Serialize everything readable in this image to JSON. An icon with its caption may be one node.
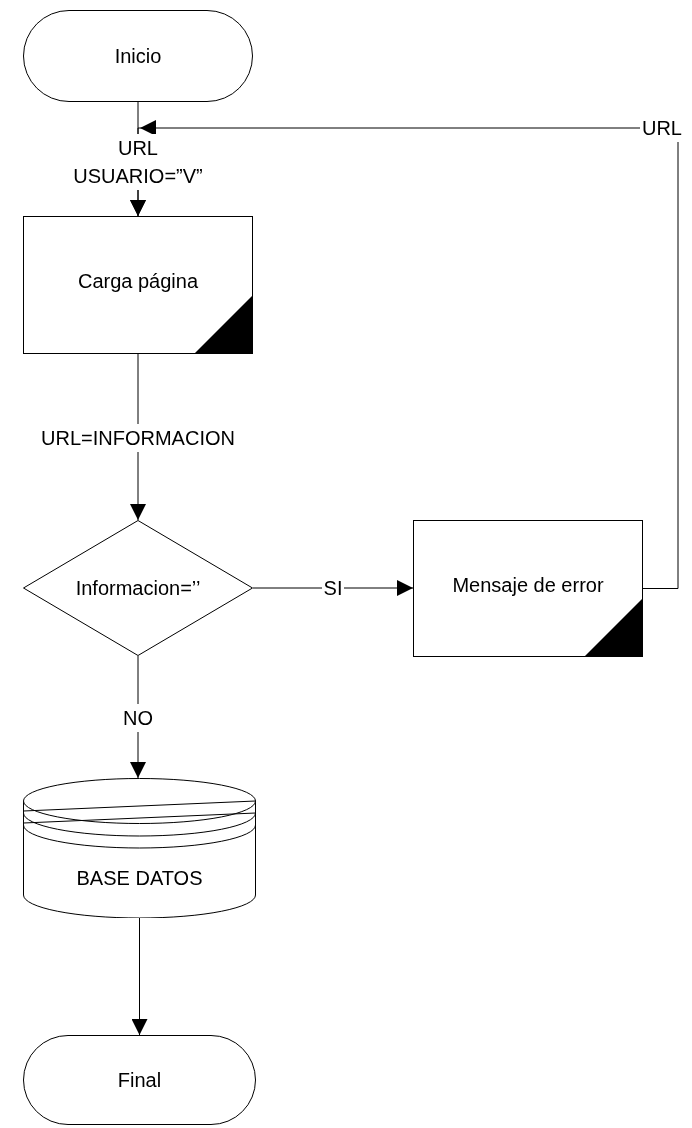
{
  "diagram": {
    "nodes": [
      {
        "text": [
          "Inicio"
        ]
      },
      {
        "text": [
          "Carga página"
        ]
      },
      {
        "text": [
          "Informacion=’’"
        ]
      },
      {
        "text": [
          "Mensaje de error"
        ]
      },
      {
        "text": [
          "BASE DATOS"
        ]
      },
      {
        "text": [
          "Final"
        ]
      }
    ],
    "edges": [
      {
        "from": 0,
        "to": 1,
        "arrow": "to",
        "label": "URL USUARIO=”V”"
      },
      {
        "from": 1,
        "to": 2,
        "arrow": "to",
        "label": "URL=INFORMACION"
      },
      {
        "from": 2,
        "to": 3,
        "arrow": "to",
        "label": "SI"
      },
      {
        "from": 2,
        "to": 4,
        "arrow": "to",
        "label": "NO"
      },
      {
        "from": 4,
        "to": 5,
        "arrow": "to"
      },
      {
        "from": 3,
        "to": 1,
        "arrow": "to",
        "label": "URL"
      }
    ]
  }
}
